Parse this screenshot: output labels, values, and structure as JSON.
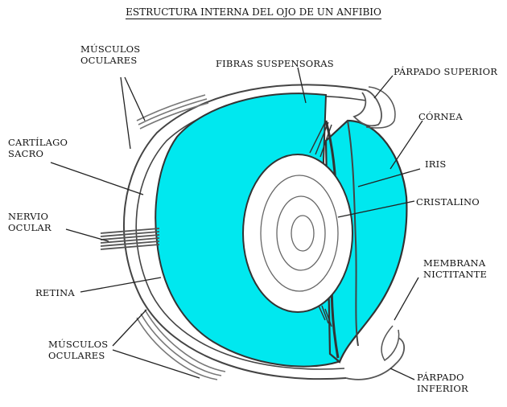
{
  "title": "ESTRUCTURA INTERNA DEL OJO DE UN ANFIBIO",
  "labels": {
    "musculos_superior": [
      "MÚSCULOS",
      "OCULARES"
    ],
    "fibras": "FIBRAS SUSPENSORAS",
    "parpado_superior": "PÁRPADO SUPERIOR",
    "cartilago": [
      "CARTÍLAGO",
      "SACRO"
    ],
    "cornea": "CÓRNEA",
    "iris": "IRIS",
    "nervio": [
      "NERVIO",
      "OCULAR"
    ],
    "cristalino": "CRISTALINO",
    "membrana": [
      "MEMBRANA",
      "NICTITANTE"
    ],
    "retina": "RETINA",
    "musculos_inferior": [
      "MÚSCULOS",
      "OCULARES"
    ],
    "parpado_inferior": [
      "PÁRPADO",
      "INFERIOR"
    ]
  },
  "colors": {
    "humor": "#00e8ef",
    "lens": "#ffffff",
    "line": "#333333",
    "muscle": "#777777"
  }
}
